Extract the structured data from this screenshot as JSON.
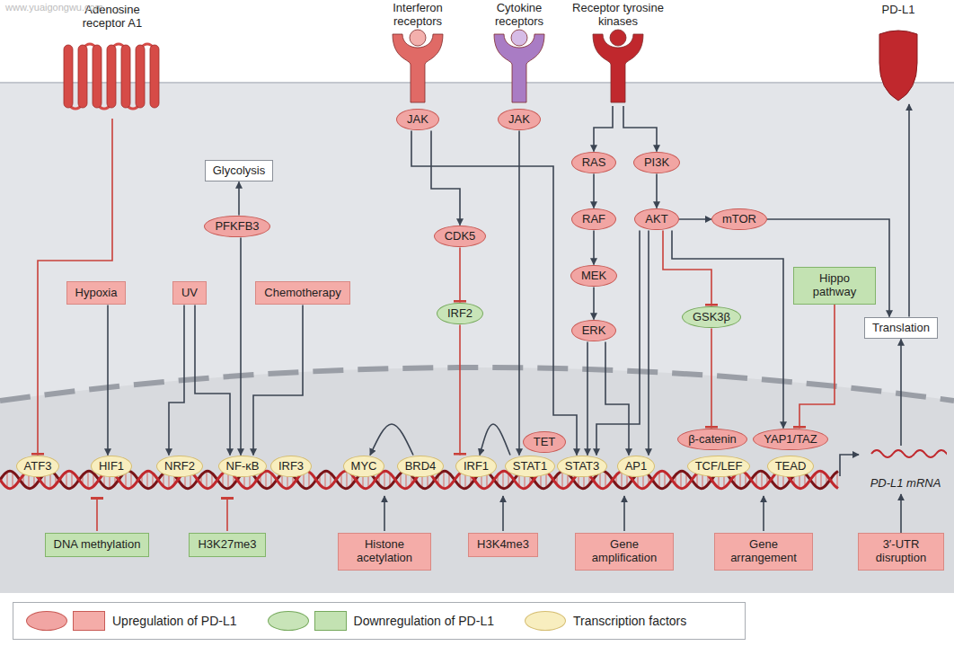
{
  "diagram": {
    "nodes": [
      {
        "text": [
          "Adenosine receptor A1"
        ]
      },
      {
        "text": [
          "Interferon receptors"
        ]
      },
      {
        "text": [
          "Cytokine receptors"
        ]
      },
      {
        "text": [
          "Receptor tyrosine kinases"
        ]
      },
      {
        "text": [
          "PD-L1"
        ]
      },
      {
        "text": [
          "JAK"
        ]
      },
      {
        "text": [
          "JAK"
        ]
      },
      {
        "text": [
          "Glycolysis"
        ]
      },
      {
        "text": [
          "RAS"
        ]
      },
      {
        "text": [
          "PI3K"
        ]
      },
      {
        "text": [
          "PFKFB3"
        ]
      },
      {
        "text": [
          "RAF"
        ]
      },
      {
        "text": [
          "AKT"
        ]
      },
      {
        "text": [
          "mTOR"
        ]
      },
      {
        "text": [
          "CDK5"
        ]
      },
      {
        "text": [
          "MEK"
        ]
      },
      {
        "text": [
          "Hypoxia"
        ]
      },
      {
        "text": [
          "UV"
        ]
      },
      {
        "text": [
          "Chemotherapy"
        ]
      },
      {
        "text": [
          "Hippo pathway"
        ]
      },
      {
        "text": [
          "IRF2"
        ]
      },
      {
        "text": [
          "GSK3β"
        ]
      },
      {
        "text": [
          "Translation"
        ]
      },
      {
        "text": [
          "ERK"
        ]
      },
      {
        "text": [
          "ATF3"
        ]
      },
      {
        "text": [
          "HIF1"
        ]
      },
      {
        "text": [
          "NRF2"
        ]
      },
      {
        "text": [
          "NF-κB"
        ]
      },
      {
        "text": [
          "IRF3"
        ]
      },
      {
        "text": [
          "MYC"
        ]
      },
      {
        "text": [
          "BRD4"
        ]
      },
      {
        "text": [
          "IRF1"
        ]
      },
      {
        "text": [
          "STAT1"
        ]
      },
      {
        "text": [
          "TET"
        ]
      },
      {
        "text": [
          "STAT3"
        ]
      },
      {
        "text": [
          "AP1"
        ]
      },
      {
        "text": [
          "β-catenin"
        ]
      },
      {
        "text": [
          "TCF/LEF"
        ]
      },
      {
        "text": [
          "YAP1/TAZ"
        ]
      },
      {
        "text": [
          "TEAD"
        ]
      },
      {
        "text": [
          "PD-L1 mRNA"
        ]
      },
      {
        "text": [
          "DNA methylation"
        ]
      },
      {
        "text": [
          "H3K27me3"
        ]
      },
      {
        "text": [
          "Histone acetylation"
        ]
      },
      {
        "text": [
          "H3K4me3"
        ]
      },
      {
        "text": [
          "Gene amplification"
        ]
      },
      {
        "text": [
          "Gene arrangement"
        ]
      },
      {
        "text": [
          "3′-UTR disruption"
        ]
      }
    ],
    "edges": [
      {
        "from": 0,
        "to": 24,
        "arrow": "to"
      },
      {
        "from": 16,
        "to": 25,
        "arrow": "to"
      },
      {
        "from": 17,
        "to": 26,
        "arrow": "to"
      },
      {
        "from": 17,
        "to": 27,
        "arrow": "to"
      },
      {
        "from": 10,
        "to": 7,
        "arrow": "to"
      },
      {
        "from": 10,
        "to": 27,
        "arrow": "to"
      },
      {
        "from": 18,
        "to": 27,
        "arrow": "to"
      },
      {
        "from": 5,
        "to": 14,
        "arrow": "to"
      },
      {
        "from": 5,
        "to": 34,
        "arrow": "to"
      },
      {
        "from": 6,
        "to": 32,
        "arrow": "to"
      },
      {
        "from": 14,
        "to": 20,
        "arrow": "to"
      },
      {
        "from": 20,
        "to": 31,
        "arrow": "to"
      },
      {
        "from": 32,
        "to": 31,
        "arrow": "to"
      },
      {
        "from": 30,
        "to": 29,
        "arrow": "to"
      },
      {
        "from": 3,
        "to": 8,
        "arrow": "to"
      },
      {
        "from": 3,
        "to": 9,
        "arrow": "to"
      },
      {
        "from": 8,
        "to": 11,
        "arrow": "to"
      },
      {
        "from": 11,
        "to": 15,
        "arrow": "to"
      },
      {
        "from": 15,
        "to": 23,
        "arrow": "to"
      },
      {
        "from": 23,
        "to": 34,
        "arrow": "to"
      },
      {
        "from": 23,
        "to": 35,
        "arrow": "to"
      },
      {
        "from": 9,
        "to": 12,
        "arrow": "to"
      },
      {
        "from": 12,
        "to": 13,
        "arrow": "to"
      },
      {
        "from": 13,
        "to": 22,
        "arrow": "to"
      },
      {
        "from": 12,
        "to": 34,
        "arrow": "to"
      },
      {
        "from": 12,
        "to": 35,
        "arrow": "to"
      },
      {
        "from": 12,
        "to": 21,
        "arrow": "to"
      },
      {
        "from": 21,
        "to": 36,
        "arrow": "to"
      },
      {
        "from": 12,
        "to": 38,
        "arrow": "to"
      },
      {
        "from": 19,
        "to": 38,
        "arrow": "to"
      },
      {
        "from": 22,
        "to": 4,
        "arrow": "to"
      },
      {
        "from": 40,
        "to": 22,
        "arrow": "to"
      },
      {
        "from": 47,
        "to": 40,
        "arrow": "to"
      }
    ],
    "labels": [
      "www.yuaigongwu.com"
    ],
    "legend": [
      {
        "text": "Upregulation of PD-L1",
        "color": "#f4aca8"
      },
      {
        "text": "Downregulation of PD-L1",
        "color": "#c3e2b2"
      },
      {
        "text": "Transcription factors",
        "color": "#f8eebf"
      }
    ]
  }
}
